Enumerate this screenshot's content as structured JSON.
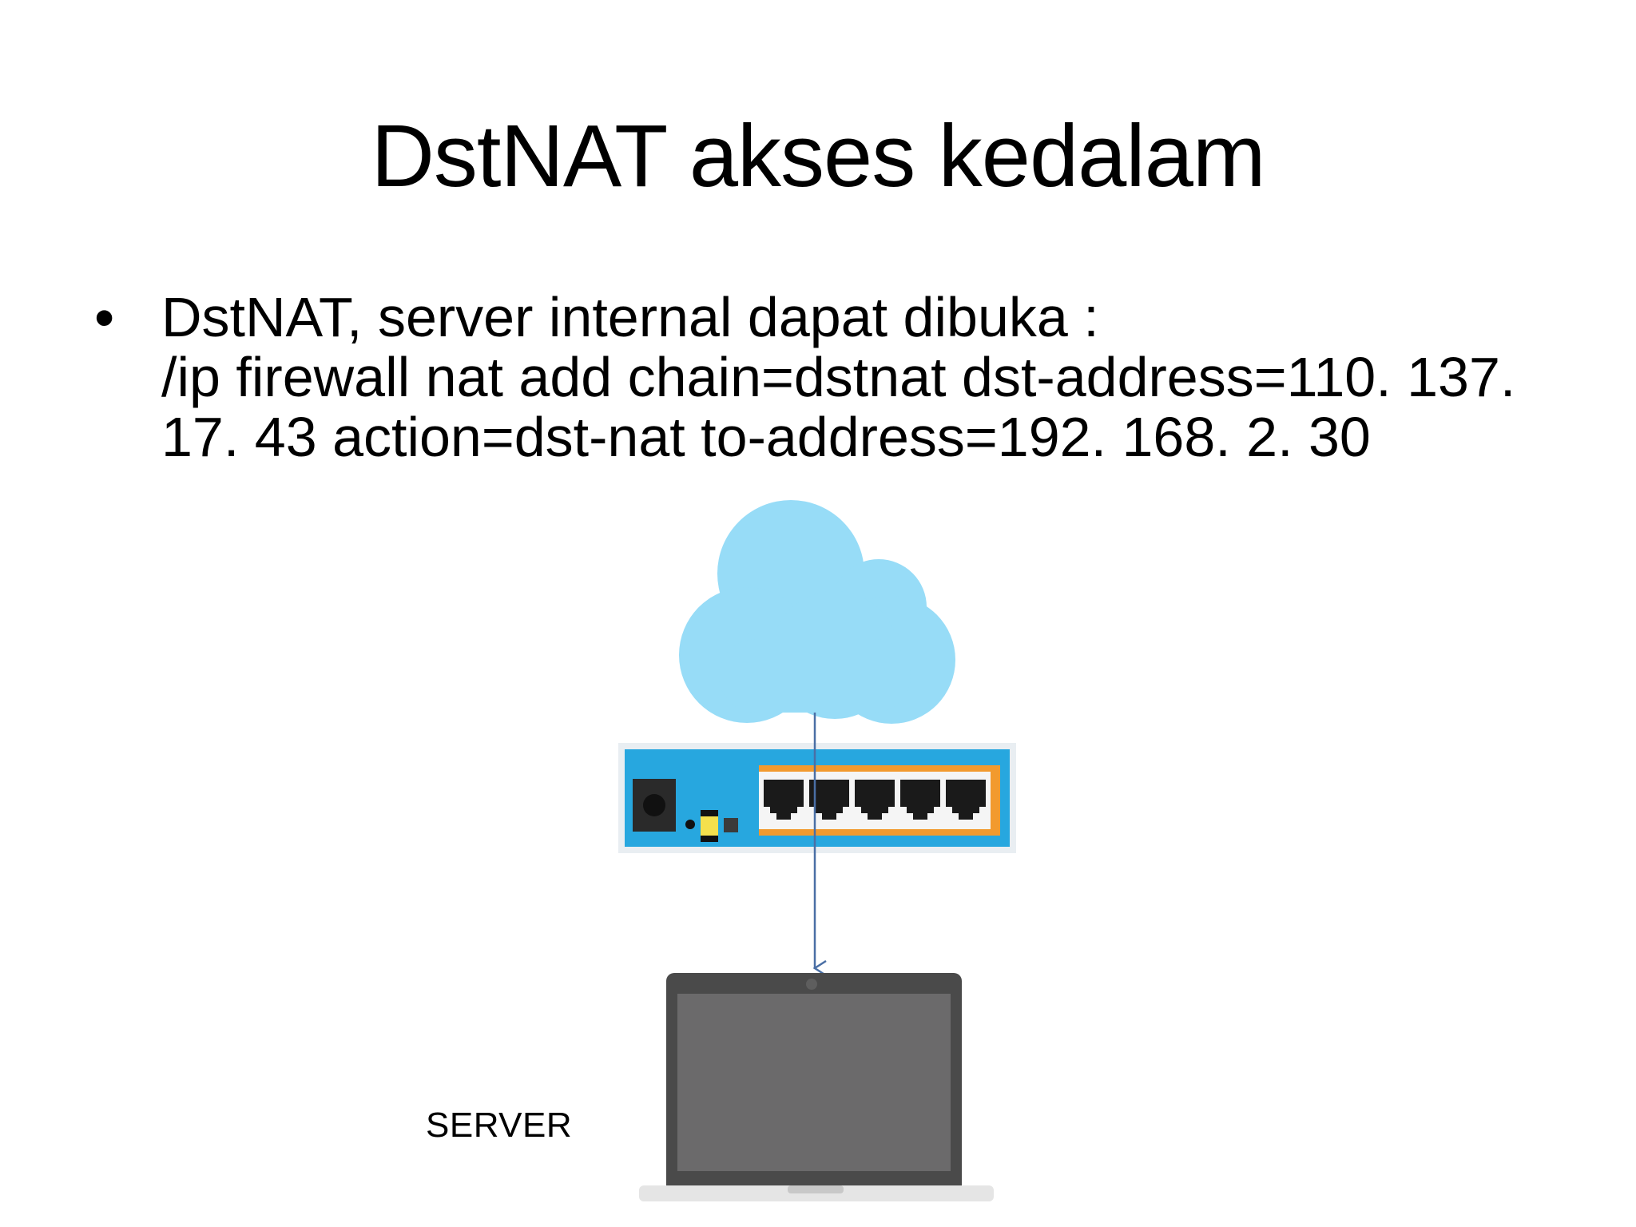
{
  "slide": {
    "title": "DstNAT akses kedalam",
    "bullet": {
      "marker": "•",
      "lines": [
        "DstNAT, server internal dapat dibuka :",
        "/ip firewall nat add chain=dstnat dst-address=110. 137.",
        "17. 43 action=dst-nat to-address=192. 168. 2. 30"
      ]
    }
  },
  "diagram": {
    "nodes": [
      {
        "id": "cloud",
        "icon": "cloud-icon"
      },
      {
        "id": "router",
        "icon": "router-icon",
        "ports": 5
      },
      {
        "id": "server",
        "icon": "laptop-icon",
        "label": "SERVER"
      }
    ],
    "colors": {
      "cloud": "#97dcf7",
      "router_body": "#27a7df",
      "router_port_panel": "#f29a2e",
      "connector": "#4a6fa5",
      "laptop_body": "#4a4a4a",
      "laptop_screen": "#6b6a6b",
      "laptop_base": "#e5e5e5"
    }
  }
}
